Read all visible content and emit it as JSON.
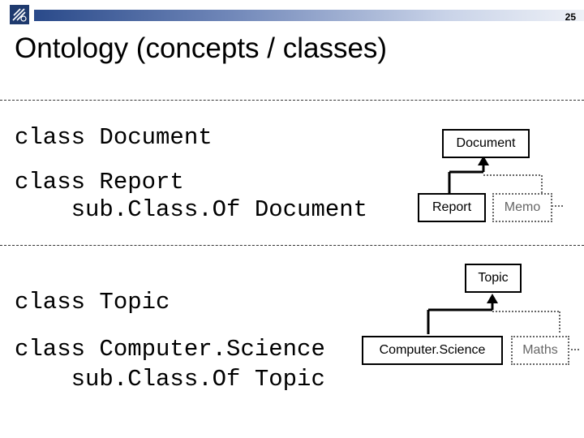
{
  "slide": {
    "page_number": "25",
    "title": "Ontology (concepts / classes)"
  },
  "code": {
    "line1": "class Document",
    "line2": "class Report",
    "line3": "    sub.Class.Of Document",
    "line4": "class Topic",
    "line5": "class Computer.Science",
    "line6": "    sub.Class.Of Topic"
  },
  "diagram1": {
    "parent": "Document",
    "child1": "Report",
    "child2": "Memo"
  },
  "diagram2": {
    "parent": "Topic",
    "child1": "Computer.Science",
    "child2": "Maths"
  }
}
